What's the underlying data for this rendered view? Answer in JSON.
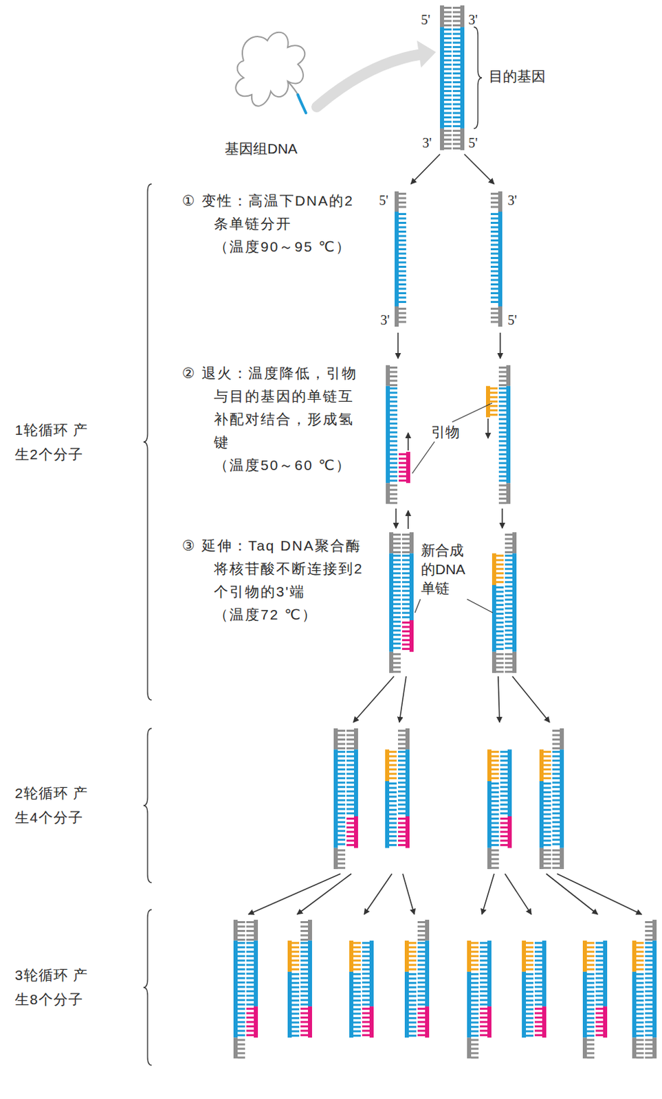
{
  "diagram": {
    "labels": [
      "5'",
      "3'",
      "目的基因",
      "基因组DNA",
      "3'",
      "5'",
      "1轮循环 产生2个分子",
      "① 变性：高温下DNA的2条单链分开",
      "（温度90～95 ℃）",
      "5'",
      "3'",
      "3'",
      "5'",
      "② 退火：温度降低，引物与目的基因的单链互补配对结合，形成氢键",
      "（温度50～60 ℃）",
      "引物",
      "③ 延伸：Taq DNA聚合酶将核苷酸不断连接到2个引物的3'端",
      "（温度72 ℃）",
      "新合成的DNA单链",
      "2轮循环 产生4个分子",
      "3轮循环 产生8个分子"
    ]
  }
}
